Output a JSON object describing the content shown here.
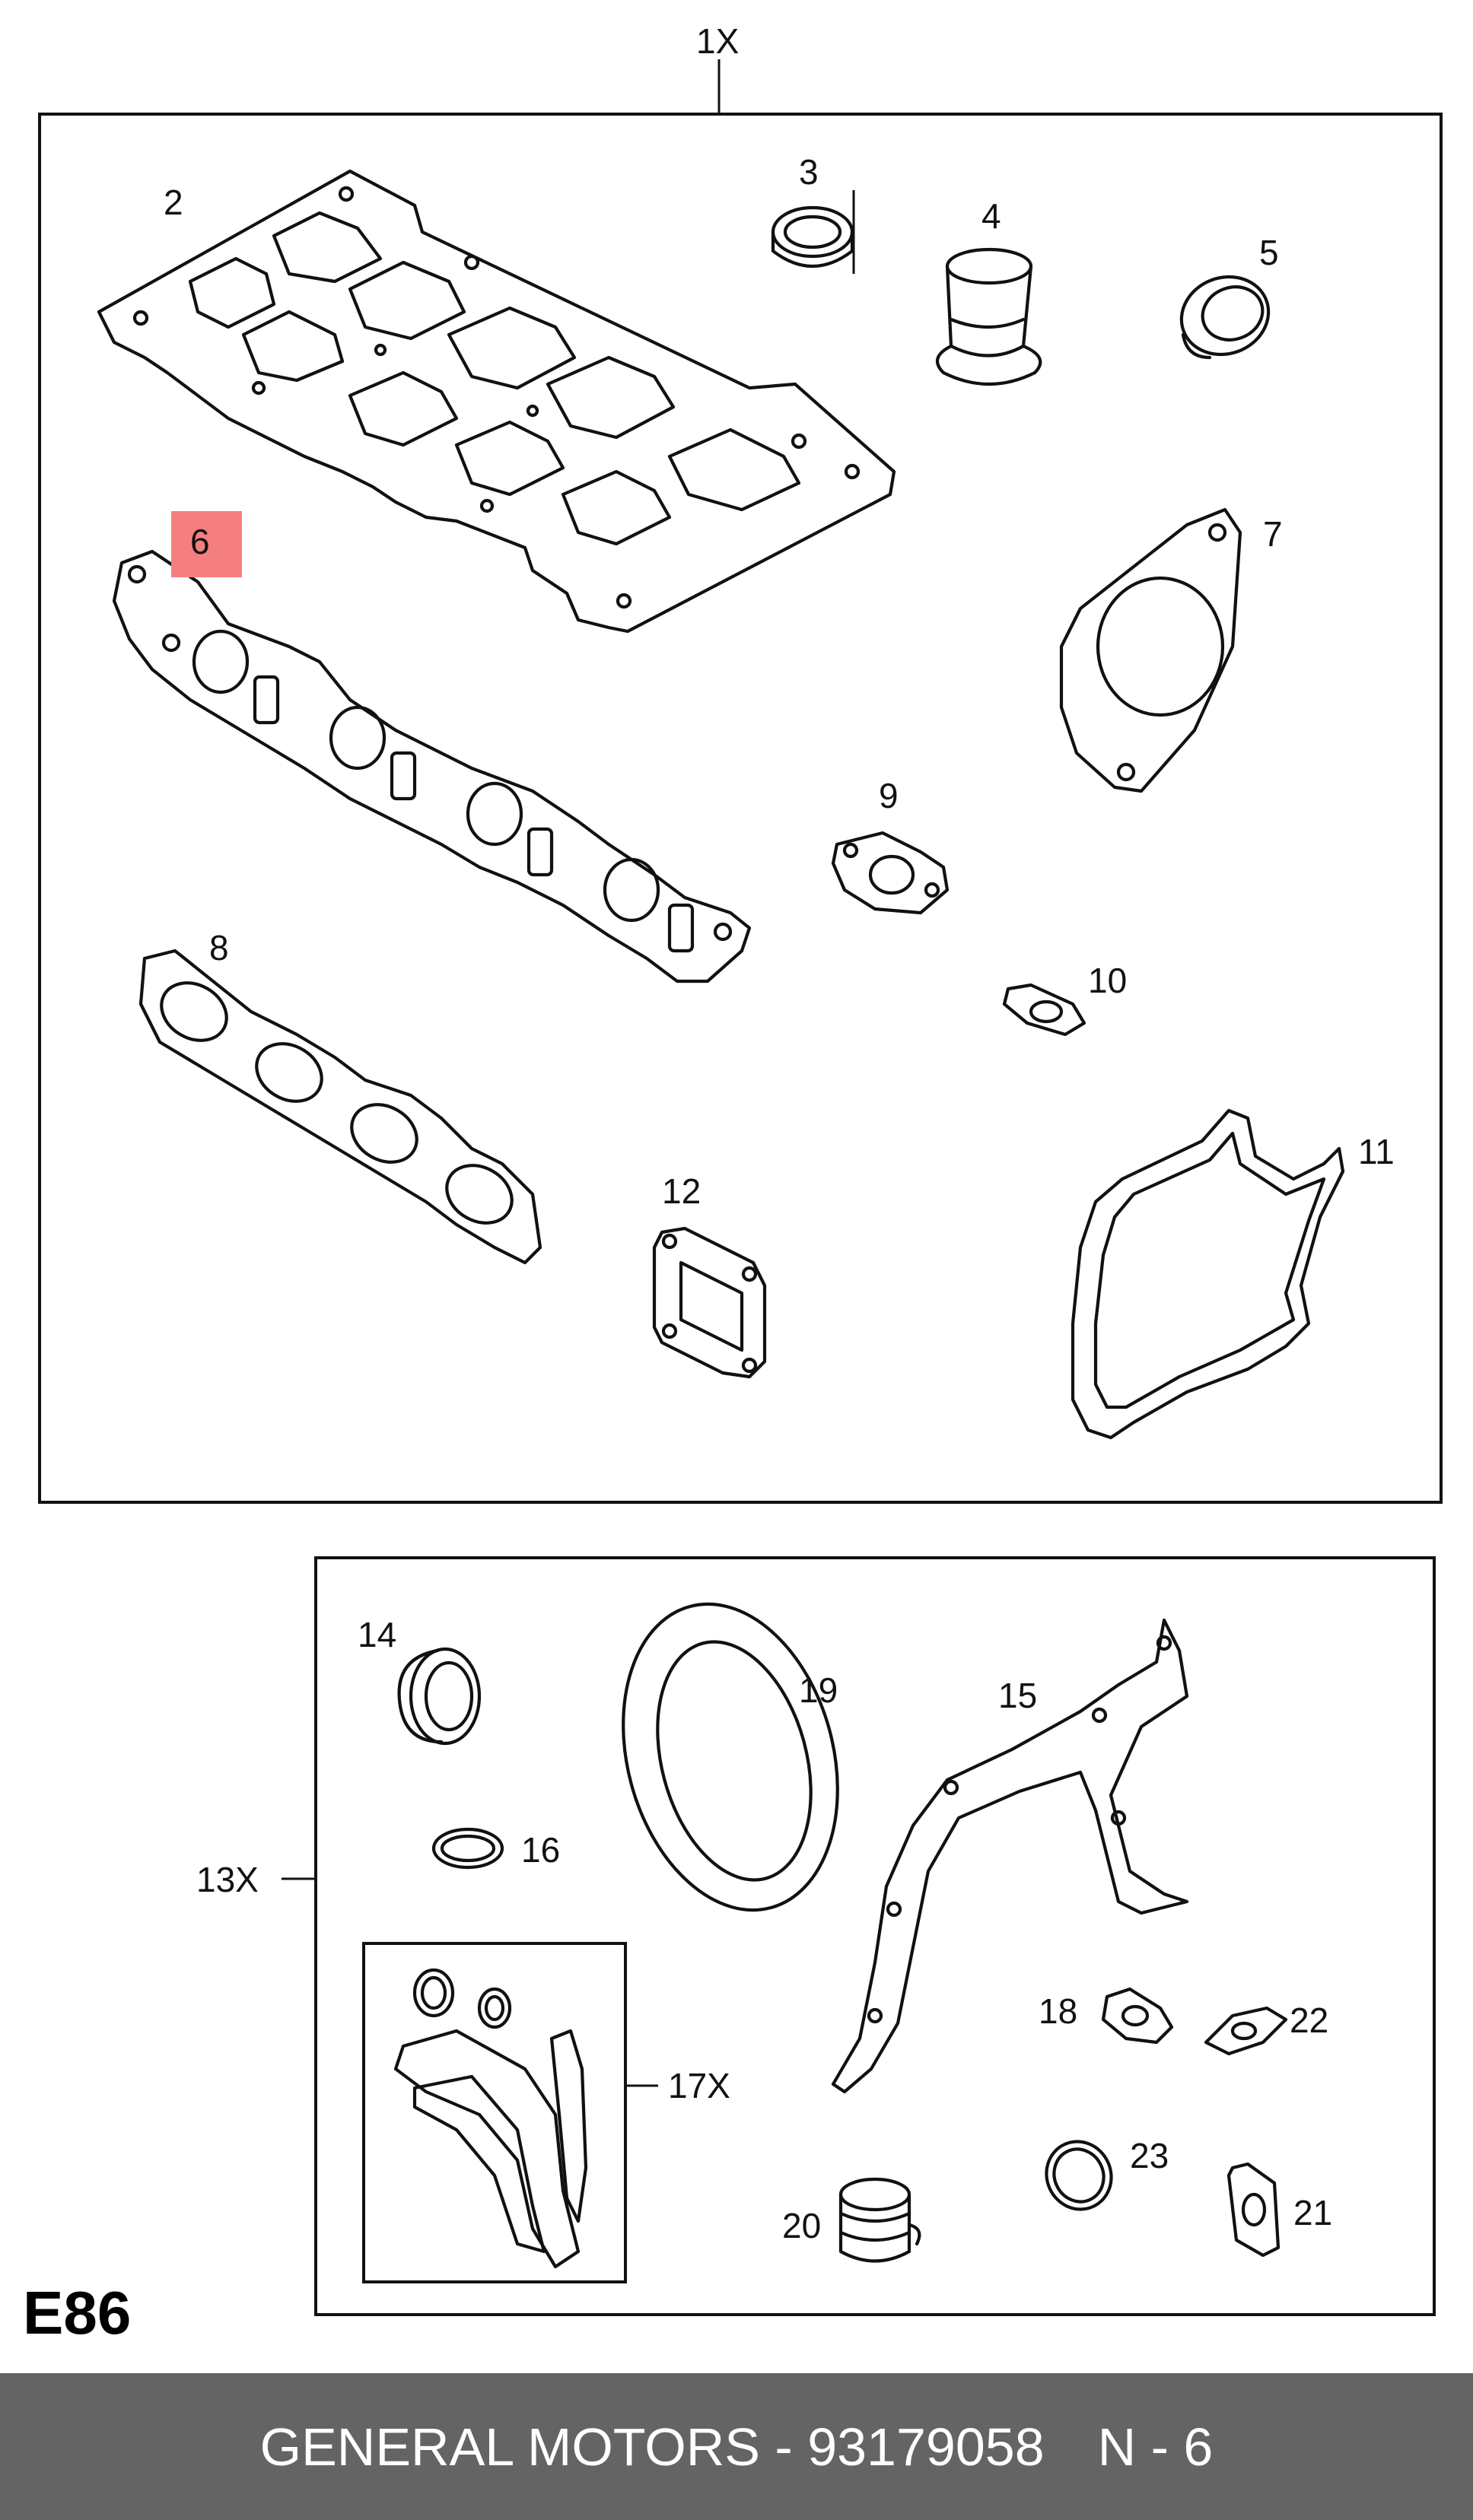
{
  "diagram": {
    "set_labels": {
      "upper": "1X",
      "lower": "13X",
      "sub": "17X"
    },
    "callouts": [
      "2",
      "3",
      "4",
      "5",
      "6",
      "7",
      "8",
      "9",
      "10",
      "11",
      "12",
      "14",
      "15",
      "16",
      "18",
      "19",
      "20",
      "21",
      "22",
      "23"
    ],
    "highlighted_callout": "6",
    "highlight_color": "#f57f7f"
  },
  "catalog_code": "E86",
  "footer": {
    "text": "GENERAL MOTORS - 93179058",
    "position_label": "N - 6",
    "background": "#646464"
  }
}
